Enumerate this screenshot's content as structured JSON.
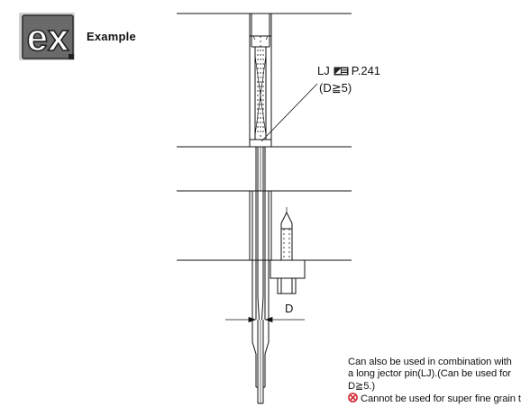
{
  "header": {
    "logo_text": "ex",
    "title": "Example"
  },
  "callout": {
    "part": "LJ",
    "ref_icon": "catalog-reference-icon",
    "page_ref": "P.241",
    "condition": "(D≧5)"
  },
  "dimension": {
    "label": "D"
  },
  "note": {
    "lines": [
      "Can also be used in combination with",
      "a long jector pin(LJ).(Can be used for",
      "D≧5.)"
    ],
    "caution_icon": "prohibited-circle-icon",
    "caution_color": "#d2303a",
    "caution": "Cannot be used for super fine grain types."
  }
}
